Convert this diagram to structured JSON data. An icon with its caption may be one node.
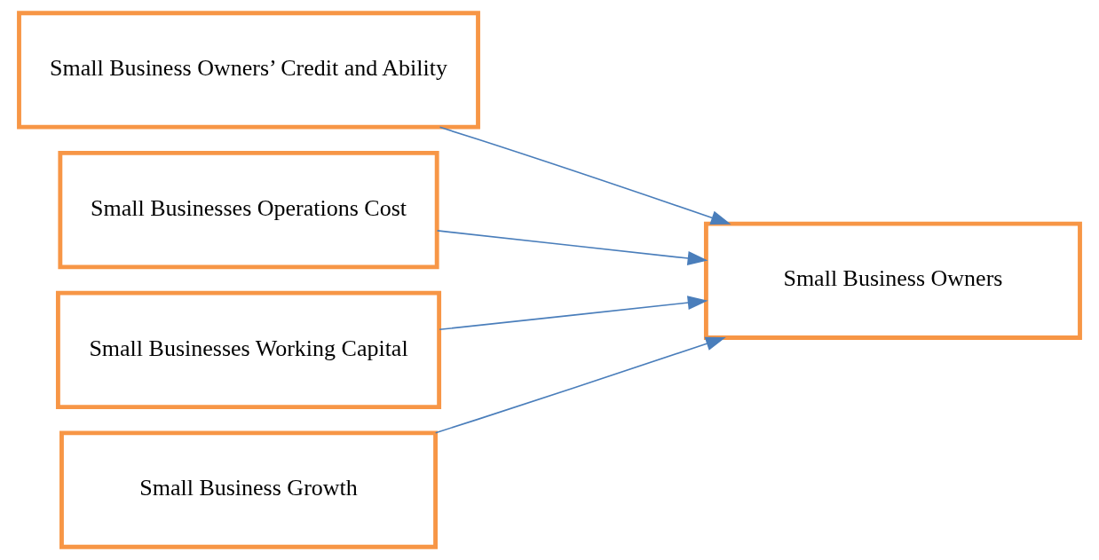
{
  "diagram": {
    "nodes": [
      {
        "text": [
          "Small Business Owners’ Credit and Ability"
        ]
      },
      {
        "text": [
          "Small Businesses Operations Cost"
        ]
      },
      {
        "text": [
          "Small Businesses Working Capital"
        ]
      },
      {
        "text": [
          "Small Business Growth"
        ]
      },
      {
        "text": [
          "Small Business Owners"
        ]
      }
    ],
    "edges": [
      {
        "from": 0,
        "to": 4,
        "arrow": "to"
      },
      {
        "from": 1,
        "to": 4,
        "arrow": "to"
      },
      {
        "from": 2,
        "to": 4,
        "arrow": "to"
      },
      {
        "from": 3,
        "to": 4,
        "arrow": "to"
      }
    ]
  }
}
